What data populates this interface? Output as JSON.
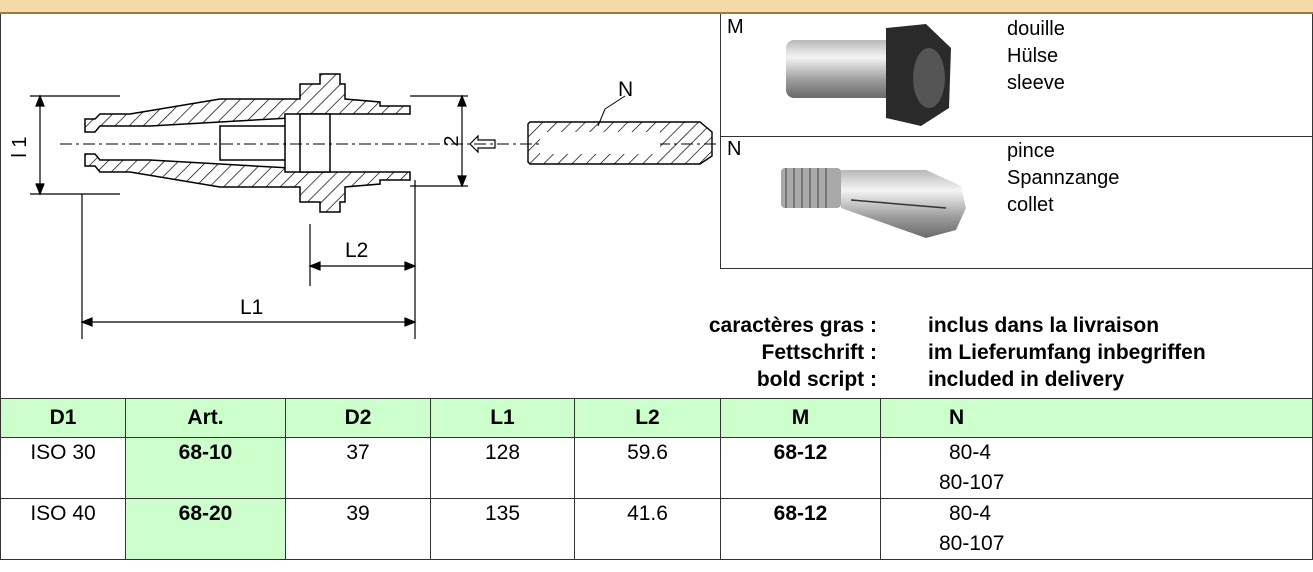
{
  "drawing": {
    "dim_l1_left": "l 1",
    "dim_2": "2",
    "dim_n": "N",
    "dim_l2": "L2",
    "dim_l1": "L1"
  },
  "parts": [
    {
      "letter": "M",
      "names": [
        "douille",
        "Hülse",
        "sleeve"
      ],
      "icon": "sleeve-photo"
    },
    {
      "letter": "N",
      "names": [
        "pince",
        "Spannzange",
        "collet"
      ],
      "icon": "collet-photo"
    }
  ],
  "legend": {
    "left": [
      "caractères gras :",
      "Fettschrift :",
      "bold script :"
    ],
    "right": [
      "inclus dans la livraison",
      "im Lieferumfang inbegriffen",
      "included in delivery"
    ]
  },
  "table": {
    "headers": [
      "D1",
      "Art.",
      "D2",
      "L1",
      "L2",
      "M",
      "N"
    ],
    "rows": [
      {
        "d1": "ISO 30",
        "art": "68-10",
        "d2": "37",
        "l1": "128",
        "l2": "59.6",
        "m": "68-12",
        "n": [
          "80-4",
          "80-107"
        ]
      },
      {
        "d1": "ISO 40",
        "art": "68-20",
        "d2": "39",
        "l1": "135",
        "l2": "41.6",
        "m": "68-12",
        "n": [
          "80-4",
          "80-107"
        ]
      }
    ]
  },
  "colors": {
    "header_green": "#ccffcc",
    "top_bar": "#f5d9a6"
  }
}
